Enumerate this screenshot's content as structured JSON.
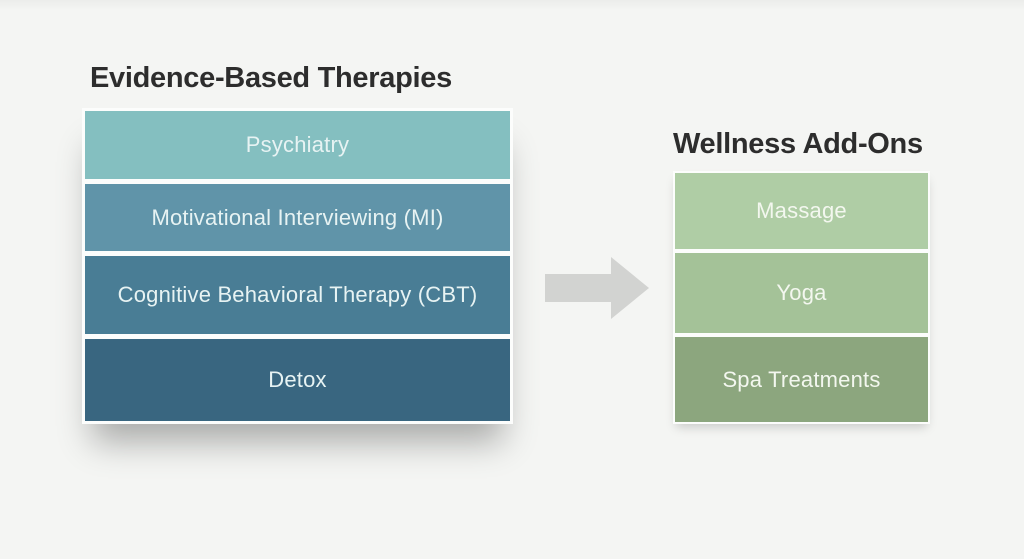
{
  "left_panel": {
    "title": "Evidence-Based Therapies",
    "items": [
      {
        "label": "Psychiatry",
        "color": "#84bfc0"
      },
      {
        "label": "Motivational Interviewing (MI)",
        "color": "#6094a9"
      },
      {
        "label": "Cognitive Behavioral Therapy (CBT)",
        "color": "#497d95"
      },
      {
        "label": "Detox",
        "color": "#396680"
      }
    ]
  },
  "right_panel": {
    "title": "Wellness Add-Ons",
    "items": [
      {
        "label": "Massage",
        "color": "#afcda5"
      },
      {
        "label": "Yoga",
        "color": "#a4c298"
      },
      {
        "label": "Spa Treatments",
        "color": "#8ca67e"
      }
    ]
  },
  "arrow": {
    "direction": "right",
    "color": "#d2d3d1"
  },
  "colors": {
    "background": "#f4f5f3",
    "title_text": "#2d2d2d",
    "left_bar_text": "#e7f3f3",
    "right_bar_text": "#f3f7ef"
  }
}
